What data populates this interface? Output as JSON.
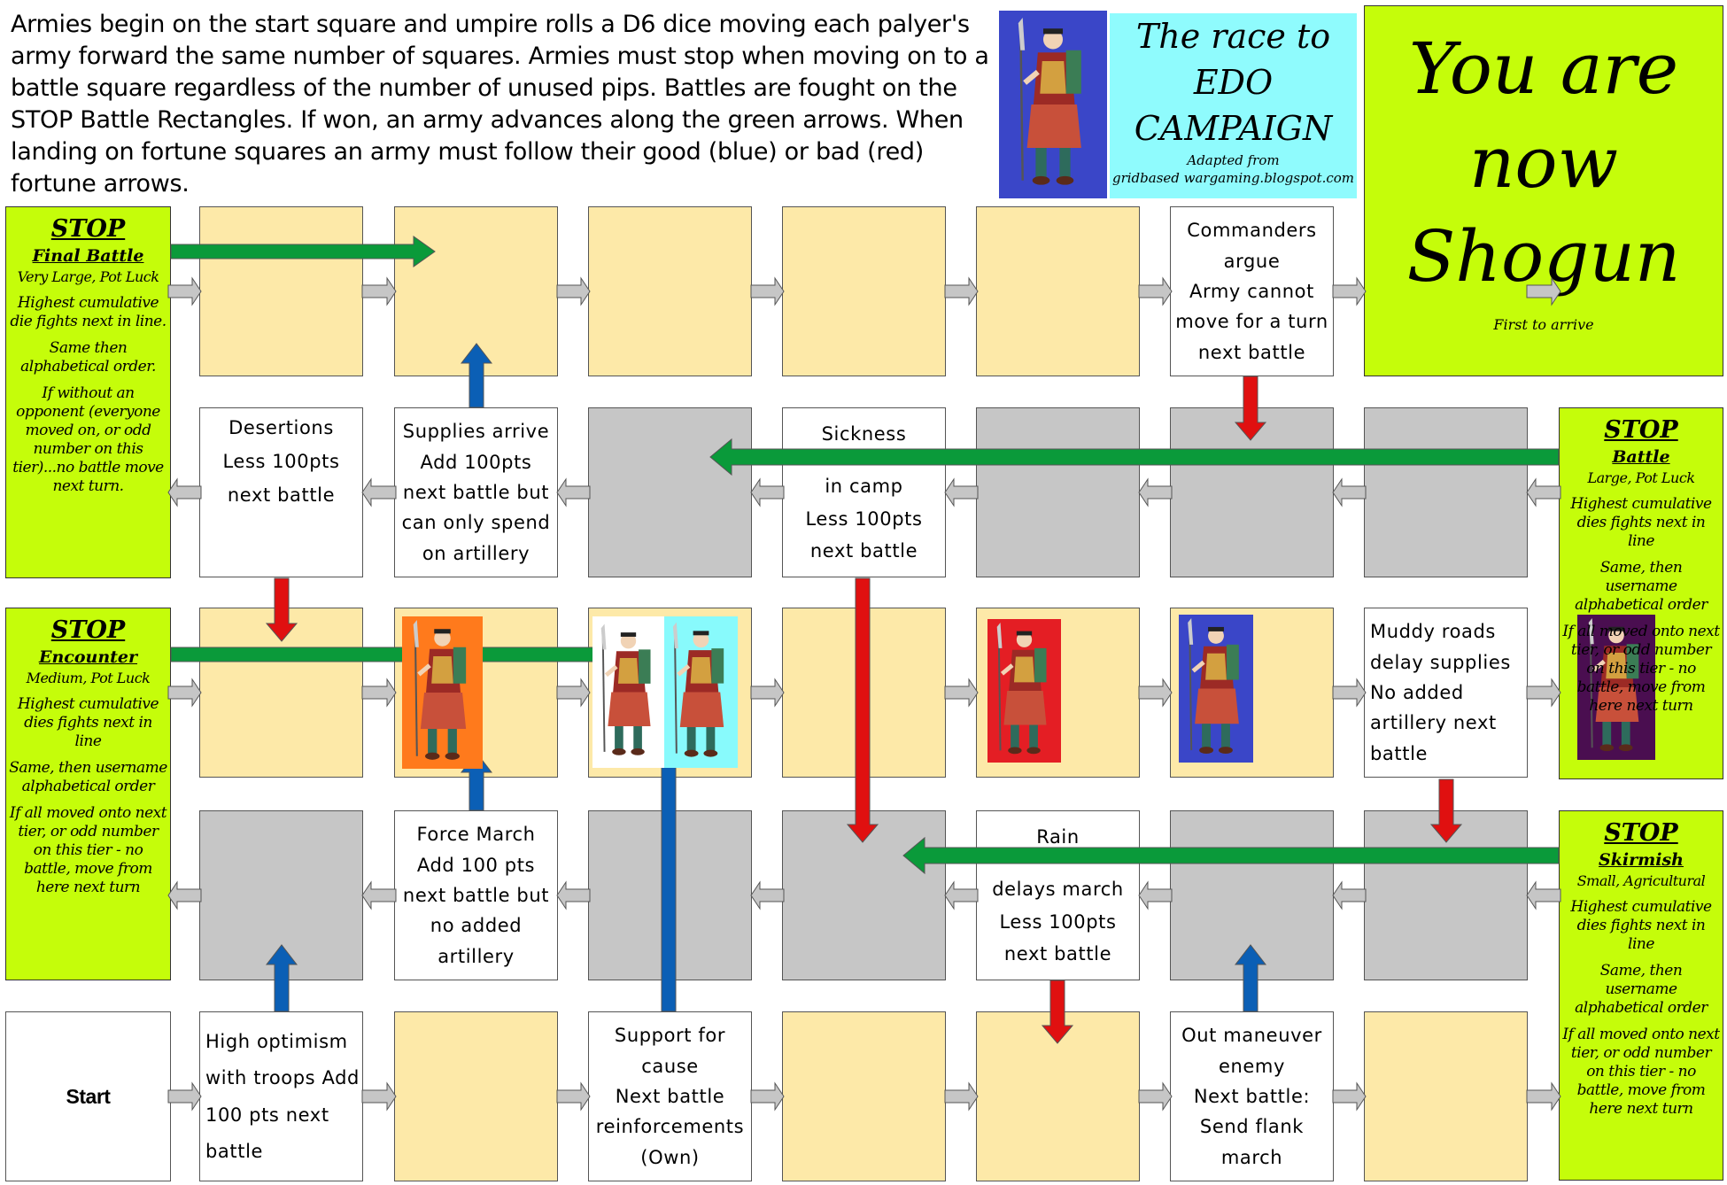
{
  "intro": "Armies begin on the start square and umpire rolls a D6 dice moving each palyer's army forward the same number of squares. Armies must stop when moving on to a battle square regardless of the number of unused pips. Battles are fought on the STOP Battle Rectangles. If won, an army advances along the green arrows. When landing on fortune squares an army must follow their good (blue) or bad (red) fortune arrows.",
  "title_box": {
    "lines": [
      "The race to",
      "EDO",
      "CAMPAIGN"
    ],
    "adapted": "Adapted from",
    "source": "gridbased wargaming.blogspot.com"
  },
  "shogun": {
    "lines": [
      "You are",
      "now",
      "Shogun"
    ],
    "note": "First to arrive"
  },
  "stops": {
    "final": {
      "stop": "STOP",
      "name": "Final Battle",
      "size": "Very Large, Pot Luck",
      "p1": "Highest cumulative die fights next in line.",
      "p2": "Same then alphabetical order.",
      "p3": "If without an opponent (everyone moved on, or odd number on this tier)...no battle move next turn."
    },
    "battle": {
      "stop": "STOP",
      "name": "Battle",
      "size": "Large, Pot Luck",
      "p1": "Highest cumulative dies fights next in line",
      "p2": "Same, then username alphabetical order",
      "p3": "If all moved onto next tier, or odd number on this tier - no battle, move from here next turn"
    },
    "encounter": {
      "stop": "STOP",
      "name": "Encounter",
      "size": "Medium, Pot Luck",
      "p1": "Highest cumulative dies fights next in line",
      "p2": "Same, then username alphabetical order",
      "p3": "If all moved onto next tier, or odd number on this tier - no battle, move from here next turn"
    },
    "skirmish": {
      "stop": "STOP",
      "name": "Skirmish",
      "size": "Small, Agricultural",
      "p1": "Highest cumulative dies fights next in line",
      "p2": "Same, then username alphabetical order",
      "p3": "If all moved onto next tier, or odd number on this tier - no battle, move from here next turn"
    }
  },
  "squares": {
    "commanders": [
      "Commanders",
      "argue",
      "Army cannot",
      "move for a turn",
      "next battle"
    ],
    "desertions": [
      "Desertions",
      "Less 100pts",
      "next battle"
    ],
    "supplies": [
      "Supplies arrive",
      "Add 100pts",
      "next battle but",
      "can only spend",
      "on artillery"
    ],
    "sickness": [
      "Sickness",
      "in camp",
      "Less 100pts",
      "next battle"
    ],
    "muddy": [
      "Muddy roads",
      "delay supplies",
      "No added",
      "artillery next",
      "battle"
    ],
    "force": [
      "Force March",
      "Add 100 pts",
      "next battle but",
      "no added",
      "artillery"
    ],
    "rain": [
      "Rain",
      "delays march",
      "Less 100pts",
      "next battle"
    ],
    "start": "Start",
    "optimism": [
      "High optimism",
      "with troops Add",
      "100 pts next",
      "battle"
    ],
    "support": [
      "Support for",
      "cause",
      "Next battle",
      "reinforcements",
      "(Own)"
    ],
    "outmaneuver": [
      "Out maneuver",
      "enemy",
      "Next battle:",
      "Send flank",
      "march"
    ]
  },
  "colors": {
    "green_arrow": "#0a9a3a",
    "red_arrow": "#e01010",
    "blue_arrow": "#0b5fb5",
    "board_green": "#c5fd0a",
    "fortune_yellow": "#fde9a8",
    "grey_square": "#c6c6c6",
    "title_cyan": "#8ffbfd"
  },
  "players": [
    {
      "color": "#3a46c8"
    },
    {
      "color": "#ff7a1c"
    },
    {
      "color": "#ffffff"
    },
    {
      "color": "#88fafc"
    },
    {
      "color": "#e41e24"
    },
    {
      "color": "#3a46c8"
    },
    {
      "color": "#4a0e50"
    }
  ]
}
